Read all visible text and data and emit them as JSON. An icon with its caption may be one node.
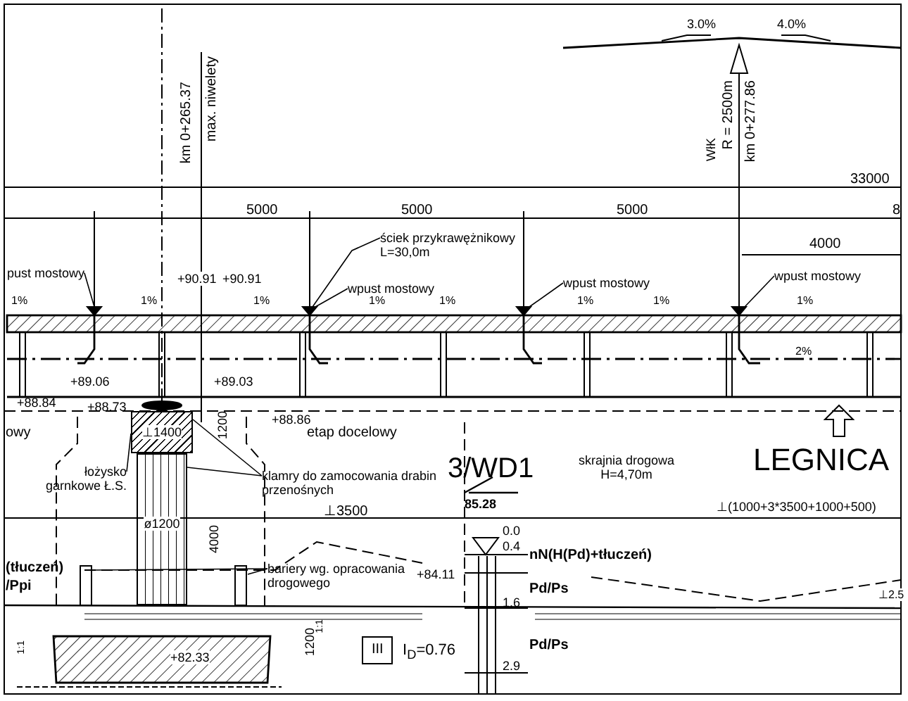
{
  "diagram": {
    "nodes": [
      {
        "text": [
          "pust mostowy"
        ]
      },
      {
        "text": [
          "ściek przykrawężnikowy L=30,0m"
        ]
      },
      {
        "text": [
          "wpust mostowy"
        ]
      },
      {
        "text": [
          "wpust mostowy"
        ]
      },
      {
        "text": [
          "wpust mostowy"
        ]
      },
      {
        "text": [
          "łożysko garnkowe Ł.S."
        ]
      },
      {
        "text": [
          "klamry do zamocowania drabin przenośnych"
        ]
      },
      {
        "text": [
          "bariery wg. opracowania drogowego"
        ]
      },
      {
        "text": [
          "III"
        ],
        "beside": [
          "I$_{D}$=0.76"
        ]
      },
      {
        "text": [
          "⊥1400"
        ]
      },
      {
        "text": [
          "ø1200"
        ]
      }
    ],
    "edges": [
      {
        "from": 0,
        "to": null,
        "arrow": "none"
      },
      {
        "from": 1,
        "to": null,
        "arrow": "none"
      },
      {
        "from": 2,
        "to": null,
        "arrow": "none"
      },
      {
        "from": 3,
        "to": null,
        "arrow": "none"
      },
      {
        "from": 4,
        "to": null,
        "arrow": "none"
      },
      {
        "from": 5,
        "to": 9,
        "arrow": "none"
      },
      {
        "from": 6,
        "to": 9,
        "arrow": "none"
      },
      {
        "from": 6,
        "to": 10,
        "arrow": "none"
      },
      {
        "from": 7,
        "to": null,
        "arrow": "none"
      },
      {
        "from": 7,
        "to": null,
        "arrow": "none"
      }
    ],
    "labels": [
      "3.0%",
      "4.0%",
      "km 0+265.37",
      "max. niwelety",
      "WłK",
      "R = 2500m",
      "km 0+277.86",
      "33000",
      "5000",
      "5000",
      "5000",
      "8",
      "4000",
      "1%",
      "1%",
      "1%",
      "1%",
      "1%",
      "1%",
      "1%",
      "1%",
      "2%",
      "+90.91",
      "+90.91",
      "+89.06",
      "+89.03",
      "+88.84",
      "owy",
      "+88.73",
      "+88.86",
      "etap docelowy",
      "1200",
      "⊥3500",
      "4000",
      "3/WD1",
      "85.28",
      "skrajnia drogowa H=4,70m",
      "LEGNICA",
      "⊥(1000+3*3500+1000+500)",
      "(tłuczeń)",
      "/Ppi",
      "+84.11",
      "0.0",
      "0.4",
      "nN(H(Pd)+tłuczeń)",
      "Pd/Ps",
      "1.6",
      "⊥2.5",
      "Pd/Ps",
      "2.9",
      "1200",
      "+82.33",
      "1:1",
      "1:1"
    ]
  }
}
